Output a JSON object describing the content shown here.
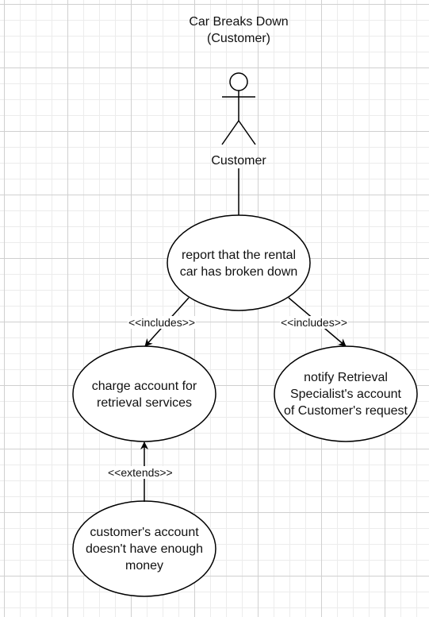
{
  "title": {
    "line1": "Car Breaks Down",
    "line2": "(Customer)"
  },
  "actor": {
    "name": "Customer",
    "icon": "stick-figure-actor-icon"
  },
  "use_cases": {
    "report": {
      "line1": "report that the rental",
      "line2": "car has broken down"
    },
    "charge": {
      "line1": "charge account for",
      "line2": "retrieval services"
    },
    "notify": {
      "line1": "notify Retrieval",
      "line2": "Specialist's account",
      "line3": "of Customer's request"
    },
    "money": {
      "line1": "customer's account",
      "line2": "doesn't have enough",
      "line3": "money"
    }
  },
  "relations": {
    "includes_left": "<<includes>>",
    "includes_right": "<<includes>>",
    "extends": "<<extends>>"
  },
  "colors": {
    "stroke": "#000000",
    "grid_major": "#d0d0d0",
    "grid_minor": "#ececec"
  }
}
